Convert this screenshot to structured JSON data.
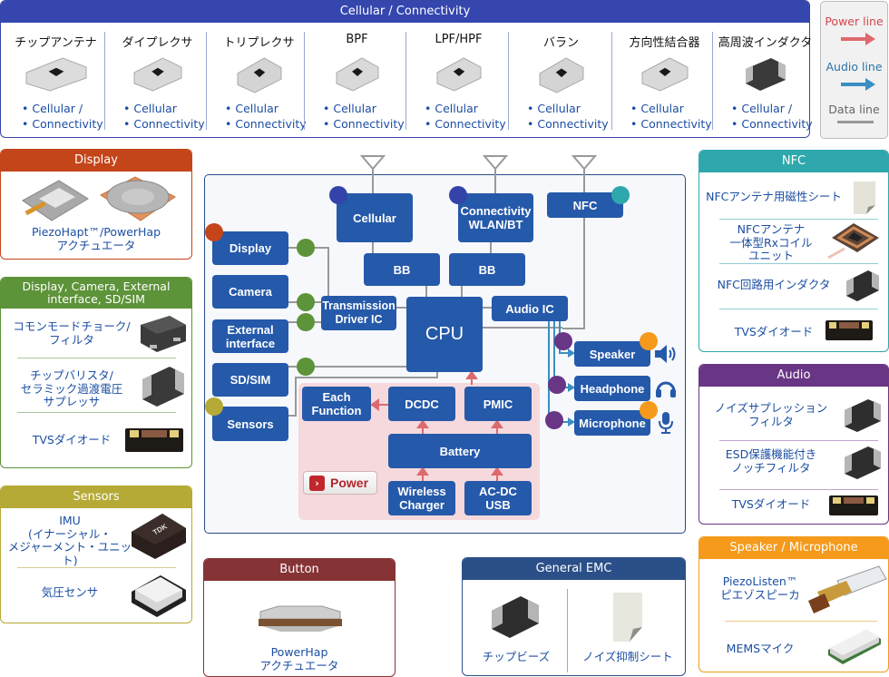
{
  "cellular_panel": {
    "title": "Cellular / Connectivity",
    "columns": [
      {
        "name": "チップアンテナ",
        "links": [
          "Cellular /",
          "Connectivity"
        ]
      },
      {
        "name": "ダイプレクサ",
        "links": [
          "Cellular",
          "Connectivity"
        ]
      },
      {
        "name": "トリプレクサ",
        "links": [
          "Cellular",
          "Connectivity"
        ]
      },
      {
        "name": "BPF",
        "links": [
          "Cellular",
          "Connectivity"
        ]
      },
      {
        "name": "LPF/HPF",
        "links": [
          "Cellular",
          "Connectivity"
        ]
      },
      {
        "name": "バラン",
        "links": [
          "Cellular",
          "Connectivity"
        ]
      },
      {
        "name": "方向性結合器",
        "links": [
          "Cellular",
          "Connectivity"
        ]
      },
      {
        "name": "高周波インダクタ",
        "links": [
          "Cellular /",
          "Connectivity"
        ]
      }
    ]
  },
  "legend": {
    "power": "Power line",
    "audio": "Audio line",
    "data": "Data line",
    "colors": {
      "power": "#dd6a6e",
      "audio": "#3a8fc2",
      "data": "#999999"
    }
  },
  "display_panel": {
    "title": "Display",
    "item_line1": "PiezoHapt™/PowerHap",
    "item_line2": "アクチュエータ",
    "color": "#c4451a"
  },
  "interface_panel": {
    "title_line1": "Display, Camera, External",
    "title_line2": "interface, SD/SIM",
    "color": "#5d9339",
    "items": [
      {
        "lines": [
          "コモンモードチョーク/",
          "フィルタ"
        ]
      },
      {
        "lines": [
          "チップバリスタ/",
          "セラミック過渡電圧",
          "サプレッサ"
        ]
      },
      {
        "lines": [
          "TVSダイオード"
        ]
      }
    ]
  },
  "sensors_panel": {
    "title": "Sensors",
    "color": "#b5aa35",
    "items": [
      {
        "lines": [
          "IMU",
          "(イナーシャル・",
          "メジャーメント・ユニット)"
        ]
      },
      {
        "lines": [
          "気圧センサ"
        ]
      }
    ]
  },
  "button_panel": {
    "title": "Button",
    "color": "#853335",
    "item_line1": "PowerHap",
    "item_line2": "アクチュエータ"
  },
  "emc_panel": {
    "title": "General EMC",
    "color": "#2b4f88",
    "items": [
      "チップビーズ",
      "ノイズ抑制シート"
    ]
  },
  "nfc_panel": {
    "title": "NFC",
    "color": "#2ea8ac",
    "items": [
      {
        "lines": [
          "NFCアンテナ用磁性シート"
        ]
      },
      {
        "lines": [
          "NFCアンテナ",
          "一体型Rxコイル",
          "ユニット"
        ]
      },
      {
        "lines": [
          "NFC回路用インダクタ"
        ]
      },
      {
        "lines": [
          "TVSダイオード"
        ]
      }
    ]
  },
  "audio_panel": {
    "title": "Audio",
    "color": "#693585",
    "items": [
      {
        "lines": [
          "ノイズサプレッション",
          "フィルタ"
        ]
      },
      {
        "lines": [
          "ESD保護機能付き",
          "ノッチフィルタ"
        ]
      },
      {
        "lines": [
          "TVSダイオード"
        ]
      }
    ]
  },
  "speaker_panel": {
    "title": "Speaker / Microphone",
    "color": "#f59a1b",
    "items": [
      {
        "lines": [
          "PiezoListen™",
          "ピエゾスピーカ"
        ]
      },
      {
        "lines": [
          "MEMSマイク"
        ]
      }
    ]
  },
  "diagram": {
    "blocks": {
      "cellular": "Cellular",
      "connectivity_l1": "Connectivity",
      "connectivity_l2": "WLAN/BT",
      "nfc": "NFC",
      "bb1": "BB",
      "bb2": "BB",
      "display": "Display",
      "camera": "Camera",
      "ext_l1": "External",
      "ext_l2": "interface",
      "sdsim": "SD/SIM",
      "sensors": "Sensors",
      "tdic_l1": "Transmission",
      "tdic_l2": "Driver IC",
      "cpu": "CPU",
      "audio_ic": "Audio IC",
      "speaker": "Speaker",
      "headphone": "Headphone",
      "microphone": "Microphone",
      "each_l1": "Each",
      "each_l2": "Function",
      "dcdc": "DCDC",
      "pmic": "PMIC",
      "battery": "Battery",
      "wireless_l1": "Wireless",
      "wireless_l2": "Charger",
      "acdc_l1": "AC-DC",
      "acdc_l2": "USB"
    },
    "power_button": "Power",
    "marker_colors": {
      "cellular": "#3443a9",
      "display": "#c4451a",
      "interface": "#5d9339",
      "sensors": "#b5aa35",
      "nfc": "#2ea8ac",
      "audio": "#693585",
      "speaker_mic": "#f59a1b"
    }
  }
}
